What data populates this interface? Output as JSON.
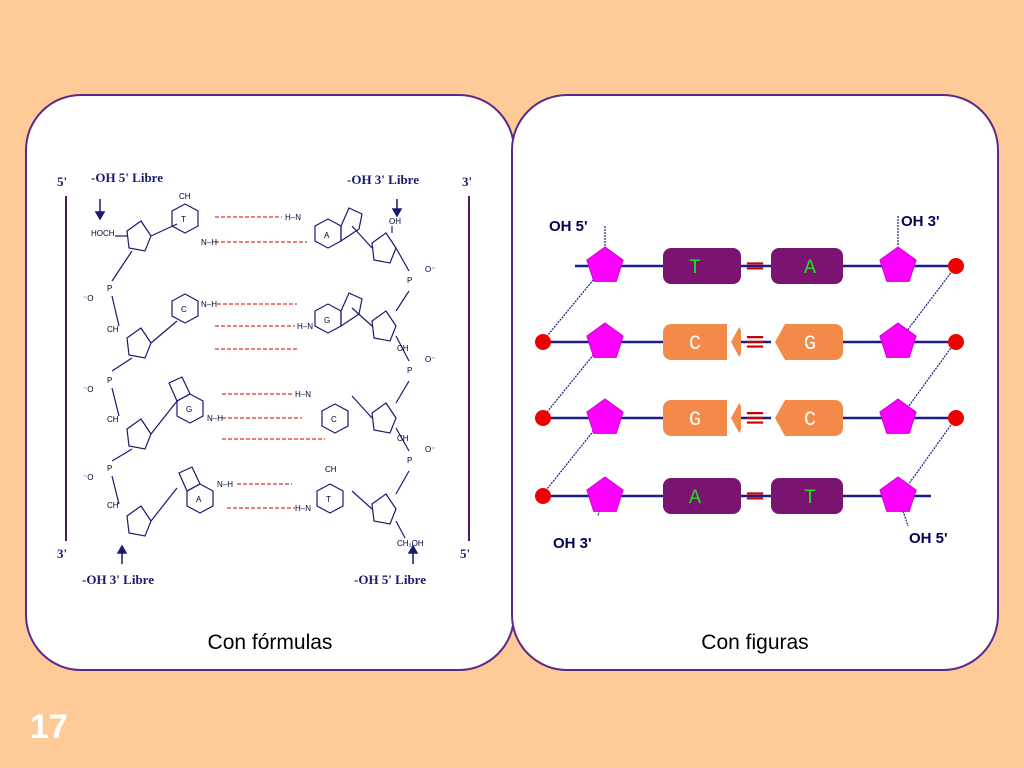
{
  "slide_number": "17",
  "left_panel": {
    "caption": "Con fórmulas",
    "end_top_left": "5'",
    "end_top_right": "3'",
    "end_bottom_left": "3'",
    "end_bottom_right": "5'",
    "label_top_left": "-OH 5' Libre",
    "label_top_right": "-OH 3' Libre",
    "label_bottom_left": "-OH 3' Libre",
    "label_bottom_right": "-OH 5' Libre",
    "pairs": [
      {
        "left": "T",
        "right": "A"
      },
      {
        "left": "C",
        "right": "G"
      },
      {
        "left": "G",
        "right": "C"
      },
      {
        "left": "A",
        "right": "T"
      }
    ],
    "chem_labels": {
      "ch3": "CH",
      "sub3": "3",
      "o": "O",
      "n": "N",
      "h": "H",
      "nh": "N–H",
      "hn": "H–N",
      "p": "P",
      "ch2": "CH",
      "sub2": "2",
      "hoch2": "HOCH",
      "ch2oh": "CH₂OH",
      "ominus": "O⁻",
      "minuso": "⁻O",
      "oh": "OH"
    }
  },
  "right_panel": {
    "caption": "Con figuras",
    "label_top_left": "OH 5'",
    "label_top_right": "OH 3'",
    "label_bottom_left": "OH 3'",
    "label_bottom_right": "OH 5'",
    "pairs": [
      {
        "left": "T",
        "right": "A",
        "bond": "="
      },
      {
        "left": "C",
        "right": "G",
        "bond": "≡"
      },
      {
        "left": "G",
        "right": "C",
        "bond": "≡"
      },
      {
        "left": "A",
        "right": "T",
        "bond": "="
      }
    ],
    "colors": {
      "purple_base": "#7a1470",
      "orange_base": "#f48a4a",
      "sugar": "#ff00ff",
      "phosphate": "#ee0000",
      "backbone": "#1b1b8a",
      "bond": "#cc0000",
      "base_text_purple": "#22dd22",
      "base_text_orange": "#ffffff"
    }
  }
}
